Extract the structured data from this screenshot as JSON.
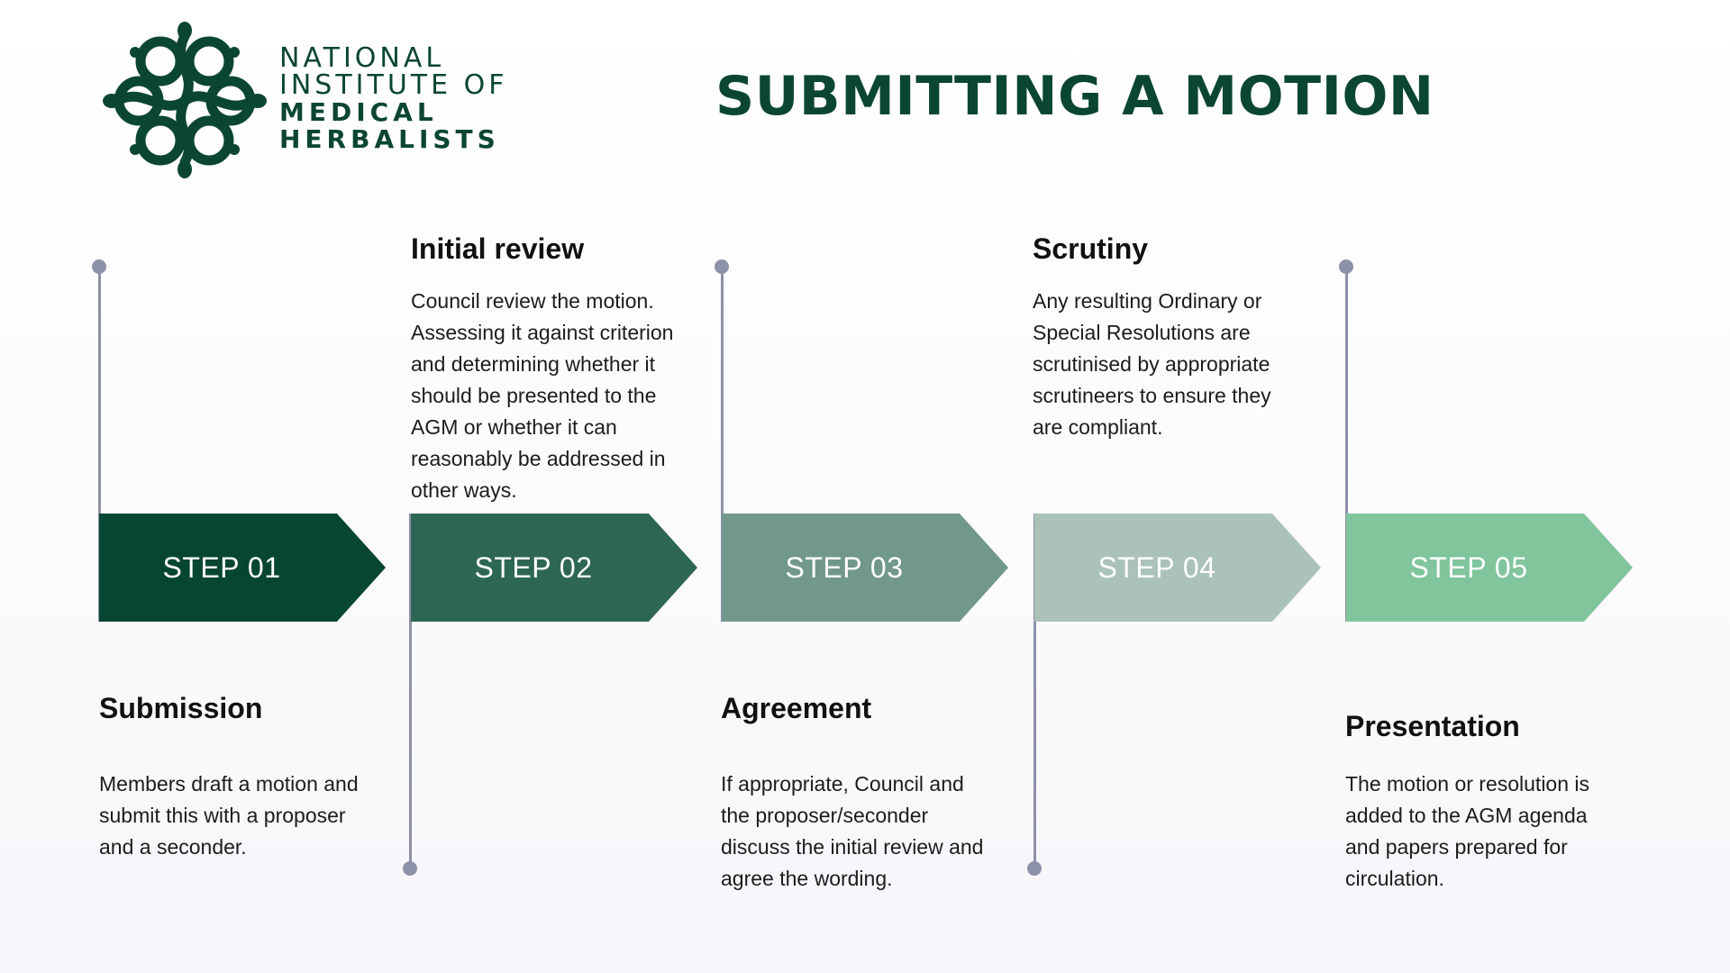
{
  "org": {
    "line1": "NATIONAL",
    "line2": "INSTITUTE OF",
    "line3": "MEDICAL",
    "line4": "HERBALISTS"
  },
  "title": "SUBMITTING A MOTION",
  "colors": {
    "brand": "#0b4630",
    "timeline": "#8d91a8",
    "step1": "#074630",
    "step2": "#2e6655",
    "step3": "#71988a",
    "step4": "#abc2b9",
    "step5": "#80c59c"
  },
  "steps": [
    {
      "label": "STEP 01",
      "title": "Submission",
      "description": "Members draft a motion and submit this with a proposer and a seconder."
    },
    {
      "label": "STEP 02",
      "title": "Initial review",
      "description": "Council review the motion. Assessing it against criterion and determining whether it should be presented to the AGM or whether it can reasonably be addressed in other ways."
    },
    {
      "label": "STEP 03",
      "title": "Agreement",
      "description": "If appropriate, Council and the proposer/seconder discuss the initial review and agree the wording."
    },
    {
      "label": "STEP 04",
      "title": "Scrutiny",
      "description": "Any resulting Ordinary or Special Resolutions are scrutinised by appropriate scrutineers to ensure they are compliant."
    },
    {
      "label": "STEP 05",
      "title": "Presentation",
      "description": "The motion or resolution is added to the AGM agenda and papers prepared for circulation."
    }
  ]
}
